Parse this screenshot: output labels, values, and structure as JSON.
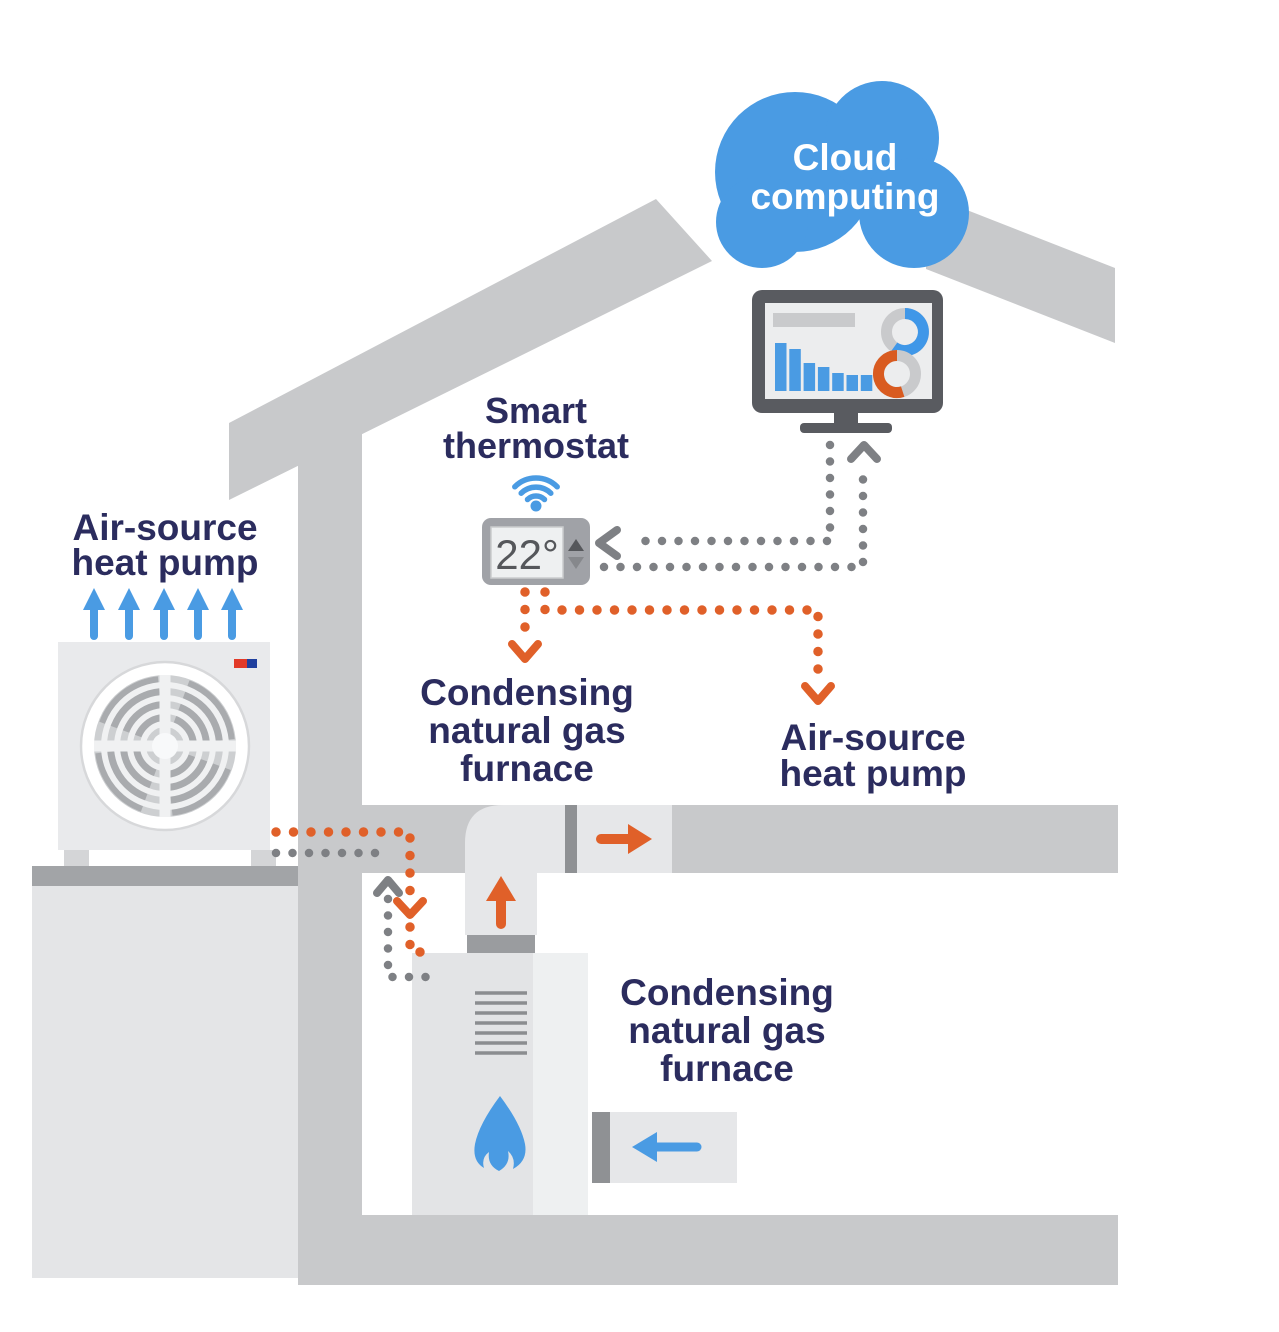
{
  "cloud": {
    "lines": [
      "Cloud",
      "computing"
    ]
  },
  "labels": {
    "smart_thermostat": {
      "lines": [
        "Smart",
        "thermostat"
      ]
    },
    "heat_pump_outdoor": {
      "lines": [
        "Air-source",
        "heat pump"
      ]
    },
    "furnace_target": {
      "lines": [
        "Condensing",
        "natural gas",
        "furnace"
      ]
    },
    "heat_pump_target": {
      "lines": [
        "Air-source",
        "heat pump"
      ]
    },
    "furnace_unit": {
      "lines": [
        "Condensing",
        "natural gas",
        "furnace"
      ]
    }
  },
  "thermostat": {
    "temperature": "22°"
  },
  "monitor": {
    "bar_chart": {
      "type": "bar",
      "values": [
        48,
        42,
        28,
        24,
        18,
        16,
        16
      ]
    },
    "donut_top": {
      "type": "donut",
      "fraction": 0.6,
      "accent": "#3f97e8",
      "base": "#c9cacc"
    },
    "donut_bottom": {
      "type": "donut",
      "fraction": 0.55,
      "accent": "#d95b20",
      "base": "#c9cacc"
    }
  },
  "colors": {
    "blue": "#4a9be3",
    "orange": "#e06029",
    "navy": "#2b2c5e",
    "structure_gray": "#c8c9cb",
    "light_panel": "#e6e7e9",
    "dark_gray": "#595b60",
    "dot_gray": "#7e8084"
  }
}
